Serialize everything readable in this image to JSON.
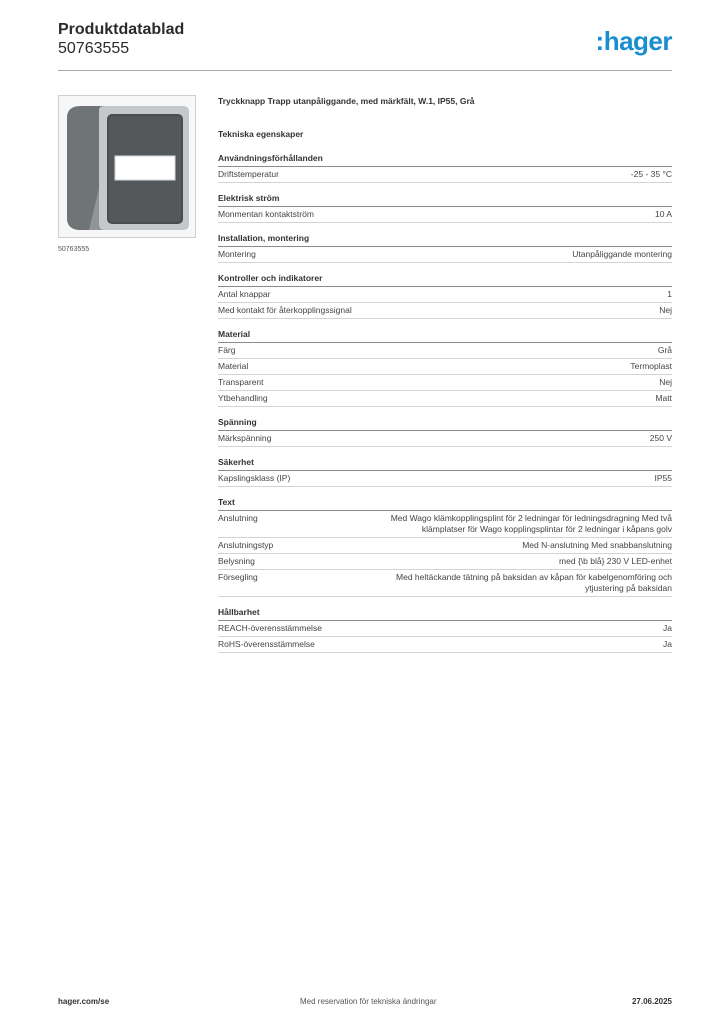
{
  "header": {
    "title": "Produktdatablad",
    "number": "50763555",
    "logo": ":hager"
  },
  "image": {
    "caption": "50763555"
  },
  "product": {
    "description": "Tryckknapp Trapp utanpåliggande, med märkfält, W.1, IP55, Grå",
    "section_title": "Tekniska egenskaper"
  },
  "groups": [
    {
      "title": "Användningsförhållanden",
      "rows": [
        {
          "label": "Driftstemperatur",
          "value": "-25 - 35 °C"
        }
      ]
    },
    {
      "title": "Elektrisk ström",
      "rows": [
        {
          "label": "Monmentan kontaktström",
          "value": "10 A"
        }
      ]
    },
    {
      "title": "Installation, montering",
      "rows": [
        {
          "label": "Montering",
          "value": "Utanpåliggande montering"
        }
      ]
    },
    {
      "title": "Kontroller och indikatorer",
      "rows": [
        {
          "label": "Antal knappar",
          "value": "1"
        },
        {
          "label": "Med kontakt för återkopplingssignal",
          "value": "Nej"
        }
      ]
    },
    {
      "title": "Material",
      "rows": [
        {
          "label": "Färg",
          "value": "Grå"
        },
        {
          "label": "Material",
          "value": "Termoplast"
        },
        {
          "label": "Transparent",
          "value": "Nej"
        },
        {
          "label": "Ytbehandling",
          "value": "Matt"
        }
      ]
    },
    {
      "title": "Spänning",
      "rows": [
        {
          "label": "Märkspänning",
          "value": "250 V"
        }
      ]
    },
    {
      "title": "Säkerhet",
      "rows": [
        {
          "label": "Kapslingsklass (IP)",
          "value": "IP55"
        }
      ]
    },
    {
      "title": "Text",
      "rows": [
        {
          "label": "Anslutning",
          "value": "Med Wago klämkopplingsplint för 2 ledningar för ledningsdragning Med två klämplatser för Wago kopplingsplintar för 2 ledningar i kåpans golv"
        },
        {
          "label": "Anslutningstyp",
          "value": "Med N-anslutning Med snabbanslutning"
        },
        {
          "label": "Belysning",
          "value": "med {\\b blå} 230 V LED-enhet"
        },
        {
          "label": "Försegling",
          "value": "Med heltäckande tätning på baksidan av kåpan för kabelgenomföring och ytjustering på baksidan"
        }
      ]
    },
    {
      "title": "Hållbarhet",
      "rows": [
        {
          "label": "REACH-överensstämmelse",
          "value": "Ja"
        },
        {
          "label": "RoHS-överensstämmelse",
          "value": "Ja"
        }
      ]
    }
  ],
  "footer": {
    "left": "hager.com/se",
    "center": "Med reservation för tekniska ändringar",
    "right": "27.06.2025"
  },
  "colors": {
    "brand": "#1b8ed1",
    "housing": "#8f9598",
    "button": "#4a4d50"
  }
}
